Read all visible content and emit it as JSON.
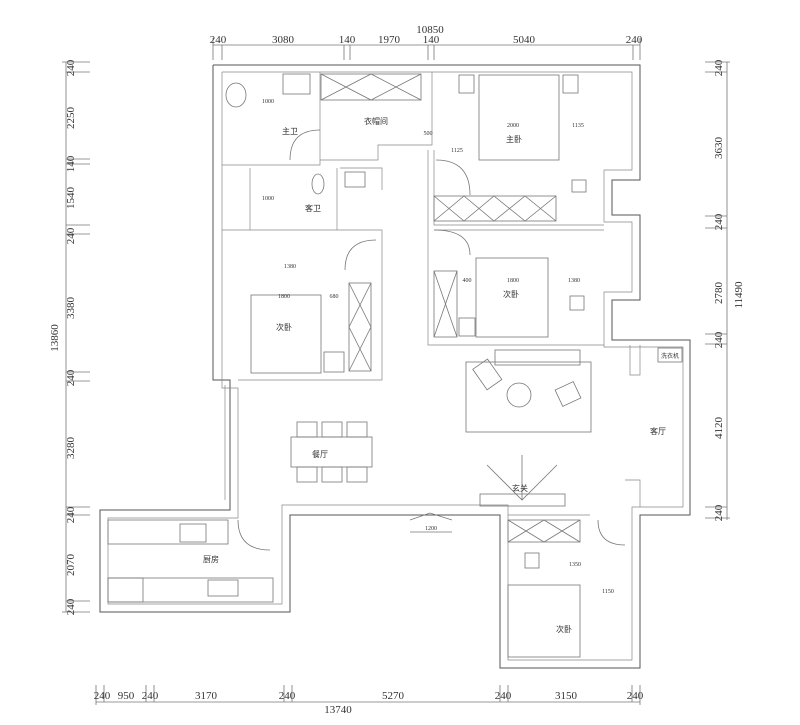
{
  "dimensions": {
    "top": {
      "total": "10850",
      "segments": [
        "240",
        "3080",
        "140",
        "1970",
        "140",
        "5040",
        "240"
      ]
    },
    "bottom": {
      "total": "13740",
      "segments": [
        "240",
        "950",
        "240",
        "3170",
        "240",
        "5270",
        "240",
        "3150",
        "240"
      ]
    },
    "left": {
      "total": "13860",
      "segments": [
        "240",
        "2250",
        "140",
        "1540",
        "240",
        "3380",
        "240",
        "3280",
        "240",
        "2070",
        "240"
      ]
    },
    "right": {
      "total": "11490",
      "segments": [
        "240",
        "3630",
        "240",
        "2780",
        "240",
        "4120",
        "240"
      ]
    }
  },
  "rooms": {
    "master_bath": "主卫",
    "guest_bath": "客卫",
    "cloakroom": "衣帽间",
    "master_bedroom": "主卧",
    "bedroom_left": "次卧",
    "bedroom_right": "次卧",
    "bedroom_bottom": "次卧",
    "living_room": "客厅",
    "dining": "餐厅",
    "kitchen": "厨房",
    "entrance": "玄关",
    "washer": "洗衣机"
  },
  "inner_dims": {
    "bath_width": "1000",
    "guest_bath_width": "1000",
    "master_bed": "2000",
    "master_side": "1135",
    "master_door": "1125",
    "closet_depth": "500",
    "left_bed": "1800",
    "left_side": "680",
    "left_vertical": "1380",
    "right_wardrobe": "400",
    "right_bed": "1800",
    "right_side": "1380",
    "entry_door": "1200",
    "bottom_vertical": "1350",
    "bottom_side": "1150"
  }
}
